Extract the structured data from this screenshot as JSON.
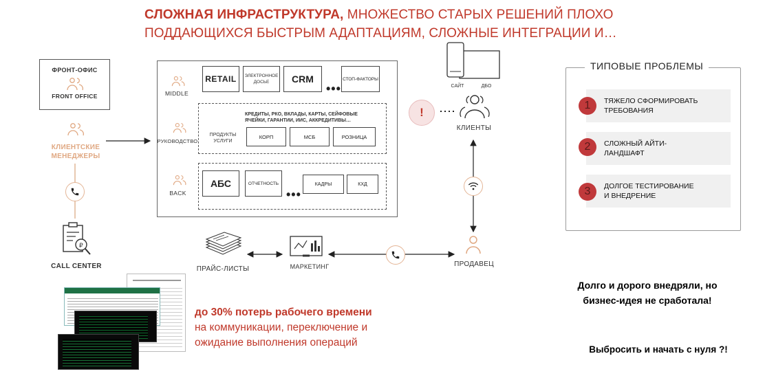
{
  "header": {
    "title_bold": "СЛОЖНАЯ ИНФРАСТРУКТУРА,",
    "title_rest_line1": " МНОЖЕСТВО СТАРЫХ РЕШЕНИЙ ПЛОХО",
    "title_line2": "ПОДДАЮЩИХСЯ БЫСТРЫМ АДАПТАЦИЯМ, СЛОЖНЫЕ ИНТЕГРАЦИИ И…"
  },
  "left": {
    "front_office_ru": "ФРОНТ-ОФИС",
    "front_office_en": "FRONT OFFICE",
    "client_managers_line1": "КЛИЕНТСКИЕ",
    "client_managers_line2": "МЕНЕДЖЕРЫ",
    "call_center": "CALL CENTER"
  },
  "core": {
    "middle_label": "MIDDLE",
    "management_label": "РУКОВОДСТВО",
    "back_label": "BACK",
    "middle_items": {
      "retail": "RETAIL",
      "dossier_line1": "ЭЛЕКТРОННОЕ",
      "dossier_line2": "ДОСЬЕ",
      "crm": "CRM",
      "stop_factors": "СТОП-ФАКТОРЫ"
    },
    "products_text_line1": "КРЕДИТЫ, РКО, ВКЛАДЫ, КАРТЫ, СЕЙФОВЫЕ",
    "products_text_line2": "ЯЧЕЙКИ, ГАРАНТИИ, ИИС, АККРЕДИТИВЫ…",
    "product_services_line1": "ПРОДУКТЫ",
    "product_services_line2": "УСЛУГИ",
    "segments": {
      "corp": "КОРП",
      "msb": "МСБ",
      "retail": "РОЗНИЦА"
    },
    "back_items": {
      "abs": "АБС",
      "reporting": "ОТЧЕТНОСТЬ",
      "hr": "КАДРЫ",
      "khd": "КХД"
    }
  },
  "right": {
    "site": "САЙТ",
    "dbo": "ДБО",
    "clients": "КЛИЕНТЫ",
    "seller": "ПРОДАВЕЦ",
    "alert": "!"
  },
  "bottom": {
    "price_lists": "ПРАЙС-ЛИСТЫ",
    "marketing": "МАРКЕТИНГ"
  },
  "loss": {
    "bold": "до 30% потерь рабочего времени",
    "line2": "на коммуникации, переключение и",
    "line3": "ожидание выполнения операций"
  },
  "problems": {
    "title": "ТИПОВЫЕ ПРОБЛЕМЫ",
    "items": [
      {
        "num": "1",
        "line1": "ТЯЖЕЛО СФОРМИРОВАТЬ",
        "line2": "ТРЕБОВАНИЯ"
      },
      {
        "num": "2",
        "line1": "СЛОЖНЫЙ АЙТИ-",
        "line2": "ЛАНДШАФТ"
      },
      {
        "num": "3",
        "line1": "ДОЛГОЕ ТЕСТИРОВАНИЕ",
        "line2": "И ВНЕДРЕНИЕ"
      }
    ]
  },
  "conclusion": {
    "line1": "Долго и дорого внедряли, но",
    "line2": "бизнес-идея не сработала!",
    "restart": "Выбросить и  начать с нуля ?!"
  },
  "colors": {
    "accent": "#c0392b",
    "icon_orange": "#e0a882",
    "badge": "#c0393b"
  }
}
